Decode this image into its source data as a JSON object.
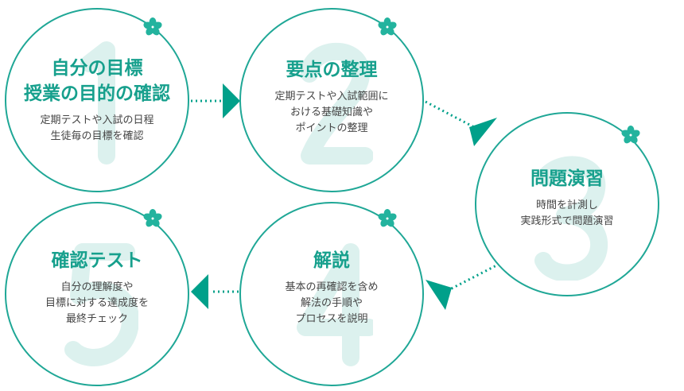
{
  "colors": {
    "accent": "#1fa796",
    "arrow": "#00a08a",
    "number": "#dcf1ee",
    "text": "#444444"
  },
  "steps": [
    {
      "number": "1",
      "title": "自分の目標\n授業の目的の確認",
      "desc": "定期テストや入試の日程\n生徒毎の目標を確認",
      "icon": "flower-icon"
    },
    {
      "number": "2",
      "title": "要点の整理",
      "desc": "定期テストや入試範囲に\nおける基礎知識や\nポイントの整理",
      "icon": "flower-icon"
    },
    {
      "number": "3",
      "title": "問題演習",
      "desc": "時間を計測し\n実践形式で問題演習",
      "icon": "flower-icon"
    },
    {
      "number": "4",
      "title": "解説",
      "desc": "基本の再確認を含め\n解法の手順や\nプロセスを説明",
      "icon": "flower-icon"
    },
    {
      "number": "5",
      "title": "確認テスト",
      "desc": "自分の理解度や\n目標に対する達成度を\n最終チェック",
      "icon": "flower-icon"
    }
  ]
}
